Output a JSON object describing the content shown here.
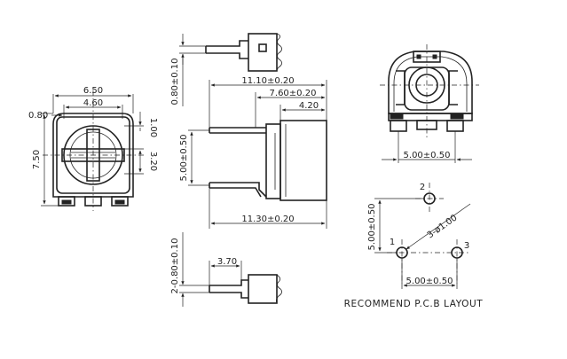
{
  "front_view": {
    "width_outer": "6.50",
    "width_inner": "4.60",
    "left_offset": "0.80",
    "height": "7.50",
    "slot_top": "1.00",
    "slot_height": "3.20"
  },
  "side_view": {
    "top_lead_thickness": "0.80±0.10",
    "length_total_top": "11.10±0.20",
    "length_body": "7.60±0.20",
    "body_depth": "4.20",
    "lead_spacing": "5.00±0.50",
    "length_total_bottom": "11.30±0.20",
    "bottom_lead_thickness": "2-0.80±0.10",
    "bottom_lead_length": "3.70"
  },
  "back_view": {
    "lead_spacing": "5.00±0.50"
  },
  "pcb_layout": {
    "pin_labels": [
      "1",
      "2",
      "3"
    ],
    "hole_callout": "3-ø1.00",
    "vertical_spacing": "5.00±0.50",
    "horizontal_spacing": "5.00±0.50",
    "caption": "RECOMMEND P.C.B LAYOUT"
  }
}
